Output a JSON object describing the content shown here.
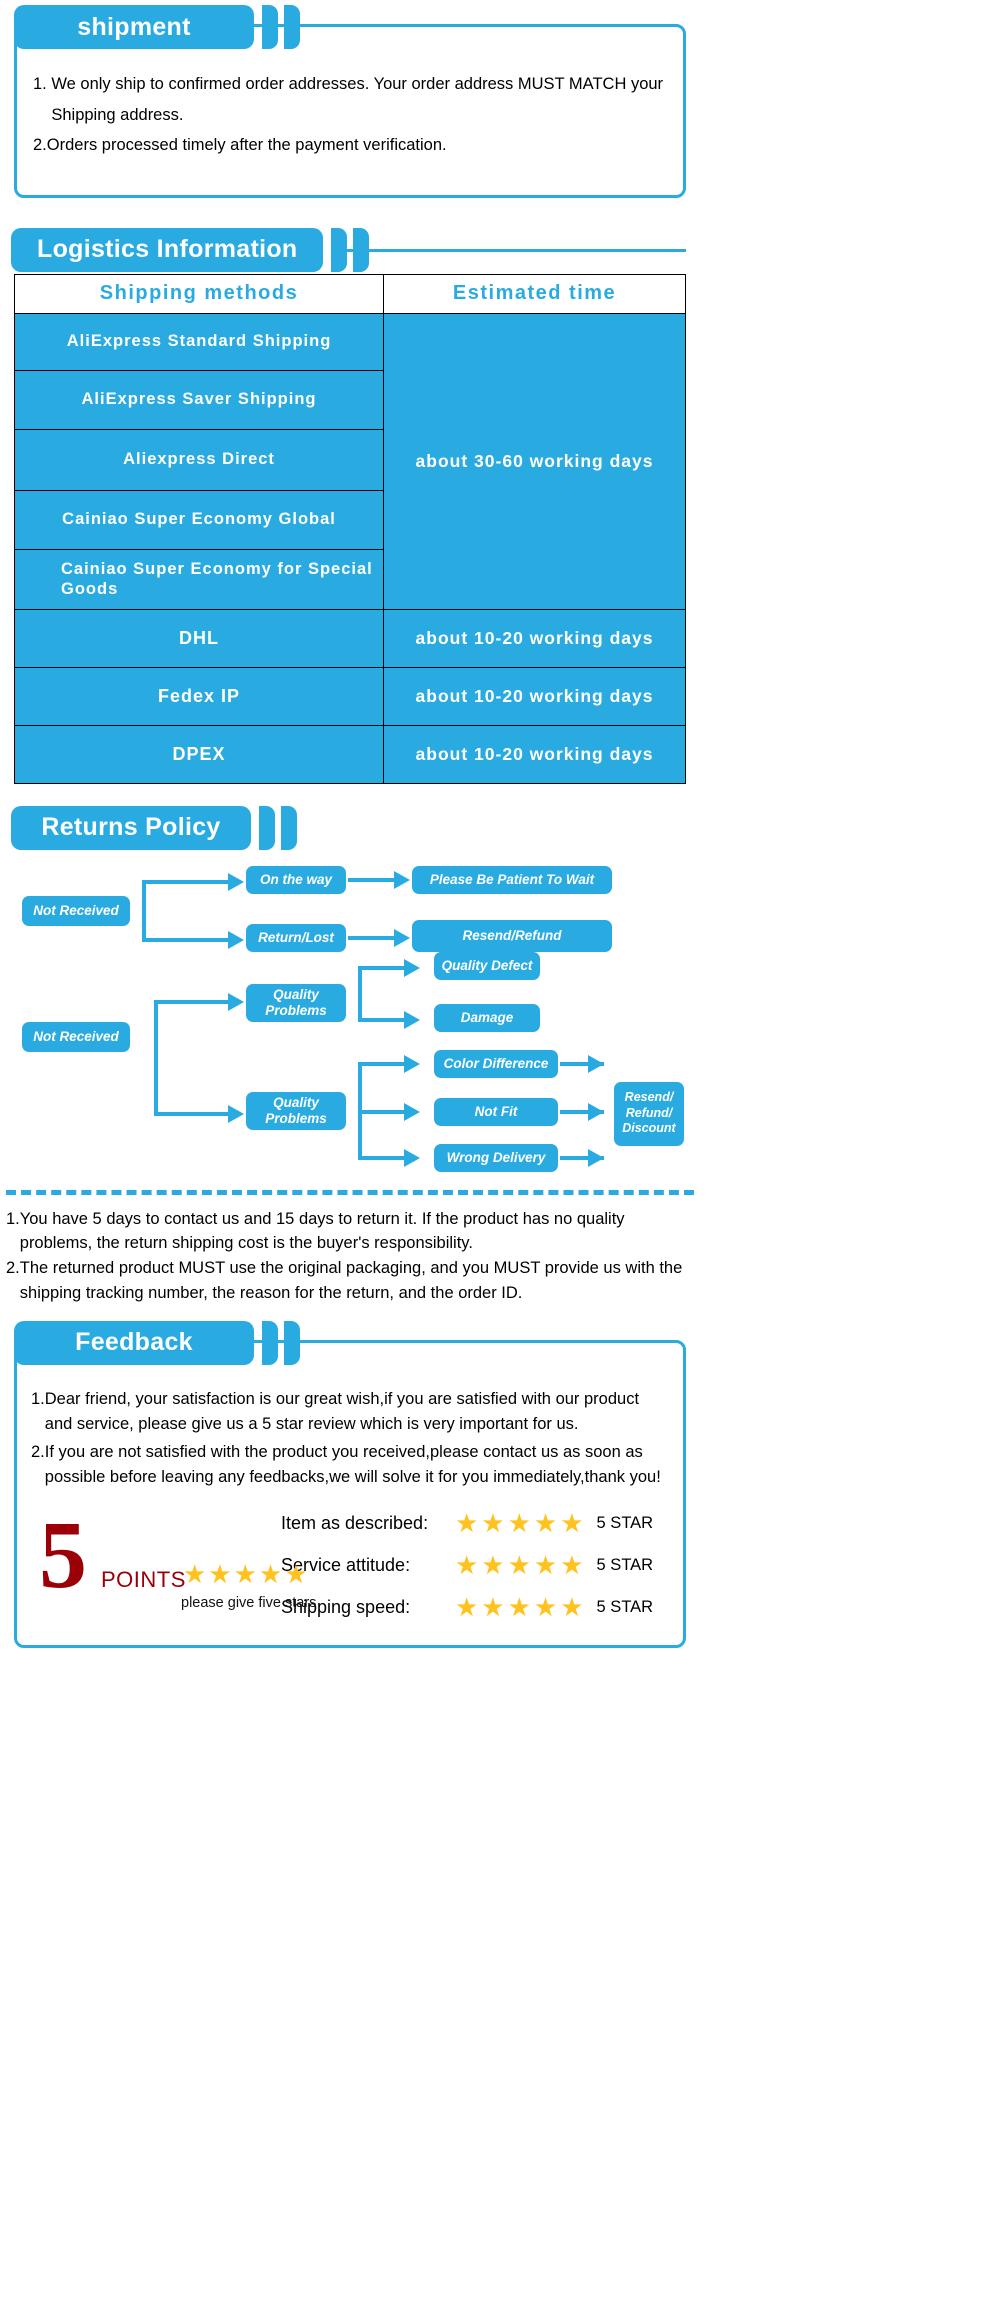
{
  "theme": {
    "blue": "#29ABE2",
    "star_yellow": "#FFC21E",
    "dark_red": "#9B0009"
  },
  "shipment": {
    "title": "shipment",
    "items": [
      {
        "num": "1. ",
        "text": "We only ship to confirmed order addresses. Your order address MUST MATCH your Shipping address."
      },
      {
        "num": "2.",
        "text": "Orders processed timely after the payment verification."
      }
    ]
  },
  "logistics": {
    "title": "Logistics Information",
    "columns": [
      "Shipping  methods",
      "Estimated  time"
    ],
    "rows": [
      {
        "method": "AliExpress  Standard  Shipping",
        "time": "about 30-60 working days",
        "time_rowspan": 5
      },
      {
        "method": "AliExpress  Saver  Shipping"
      },
      {
        "method": "Aliexpress  Direct"
      },
      {
        "method": "Cainiao  Super  Economy  Global"
      },
      {
        "method": "Cainiao  Super  Economy  for Special  Goods",
        "two_line": true
      },
      {
        "method": "DHL",
        "time": "about 10-20 working days"
      },
      {
        "method": "Fedex  IP",
        "time": "about 10-20 working days"
      },
      {
        "method": "DPEX",
        "time": "about 10-20 working days"
      }
    ]
  },
  "returns": {
    "title": "Returns Policy",
    "flow": {
      "group1": {
        "root": "Not Received",
        "mid": [
          "On the way",
          "Return/Lost"
        ],
        "end": [
          "Please Be Patient To Wait",
          "Resend/Refund"
        ]
      },
      "group2": {
        "root": "Not Received",
        "mid": [
          "Quality Problems",
          "Quality Problems"
        ],
        "branch1": [
          "Quality Defect",
          "Damage"
        ],
        "branch2": [
          "Color Difference",
          "Not Fit",
          "Wrong Delivery"
        ],
        "final": "Resend/ Refund/ Discount"
      }
    },
    "notes": [
      {
        "num": "1.",
        "text": "You have 5 days to contact us and 15 days to return it. If the product has no quality problems, the return shipping cost is the buyer's responsibility."
      },
      {
        "num": "2.",
        "text": "The returned product MUST use the original packaging, and you MUST provide us with the shipping tracking number, the reason for the return, and the order ID."
      }
    ]
  },
  "feedback": {
    "title": "Feedback",
    "items": [
      {
        "num": "1.",
        "text": "Dear friend, your satisfaction is our great wish,if you are satisfied with our product and service, please give us a 5 star review which is very important for us."
      },
      {
        "num": "2.",
        "text": "If you are not satisfied with the product you received,please contact us as soon as possible before leaving any feedbacks,we will solve it for you immediately,thank you!"
      }
    ],
    "badge": {
      "number": "5",
      "points_label": "POINTS",
      "stars": "★★★★★",
      "subtitle": "please give five stars"
    },
    "ratings": [
      {
        "label": "Item as described:",
        "stars": "★★★★★",
        "tag": "5 STAR"
      },
      {
        "label": "Service attitude:",
        "stars": "★★★★★",
        "tag": "5 STAR"
      },
      {
        "label": "Shipping speed:",
        "stars": "★★★★★",
        "tag": "5 STAR"
      }
    ]
  }
}
